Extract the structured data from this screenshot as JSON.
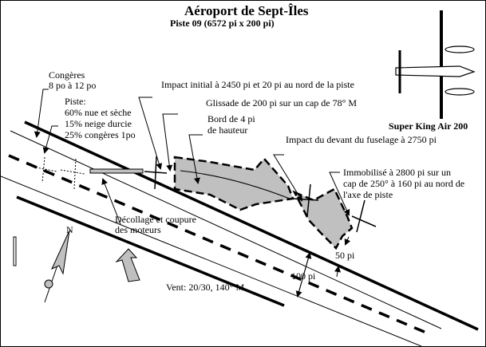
{
  "title": "Aéroport de Sept-Îles",
  "subtitle": "Piste 09 (6572 pi x 200 pi)",
  "aircraft_label": "Super King Air 200",
  "labels": {
    "congeres_1": "Congères",
    "congeres_2": "8 po à 12 po",
    "piste_1": "Piste:",
    "piste_2": "60% nue et sèche",
    "piste_3": "15% neige durcie",
    "piste_4": "25% congères 1po",
    "impact_initial": "Impact initial à 2450 pi et 20 pi au nord de la piste",
    "glissade": "Glissade de 200 pi sur un cap de 78° M",
    "bord_1": "Bord de 4 pi",
    "bord_2": "de hauteur",
    "impact_devant": "Impact du devant du fuselage à 2750 pi",
    "immobilise_1": "Immobilisé à 2800 pi sur un",
    "immobilise_2": "cap de 250° à 160 pi au nord de",
    "immobilise_3": "l'axe de piste",
    "decollage_1": "Décollage et coupure",
    "decollage_2": "des moteurs",
    "north": "N",
    "dist_50": "50 pi",
    "dist_100": "100 pi",
    "vent": "Vent: 20/30, 140° M"
  },
  "colors": {
    "fill_gray": "#c0c0c0",
    "ink": "#000000"
  }
}
